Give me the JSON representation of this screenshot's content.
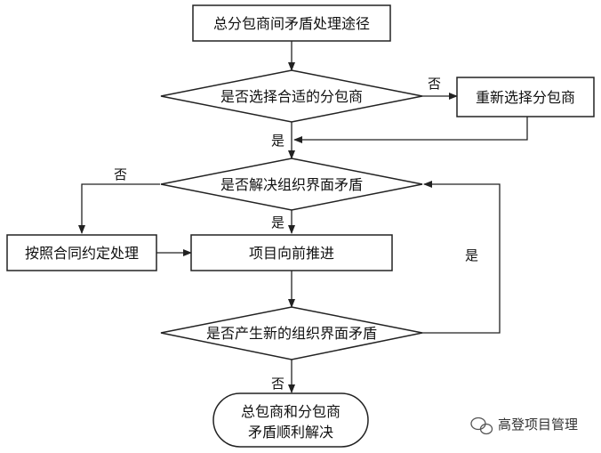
{
  "nodes": {
    "start": "总分包商间矛盾处理途径",
    "d_select": "是否选择合适的分包商",
    "reselect": "重新选择分包商",
    "d_resolve": "是否解决组织界面矛盾",
    "contract": "按照合同约定处理",
    "advance": "项目向前推进",
    "d_new": "是否产生新的组织界面矛盾",
    "end_line1": "总包商和分包商",
    "end_line2": "矛盾顺利解决"
  },
  "edges": {
    "select_no": "否",
    "select_yes": "是",
    "resolve_no": "否",
    "resolve_yes": "是",
    "new_yes": "是",
    "new_no": "否"
  },
  "watermark": {
    "text": "高登项目管理",
    "icon": "wechat-icon"
  }
}
